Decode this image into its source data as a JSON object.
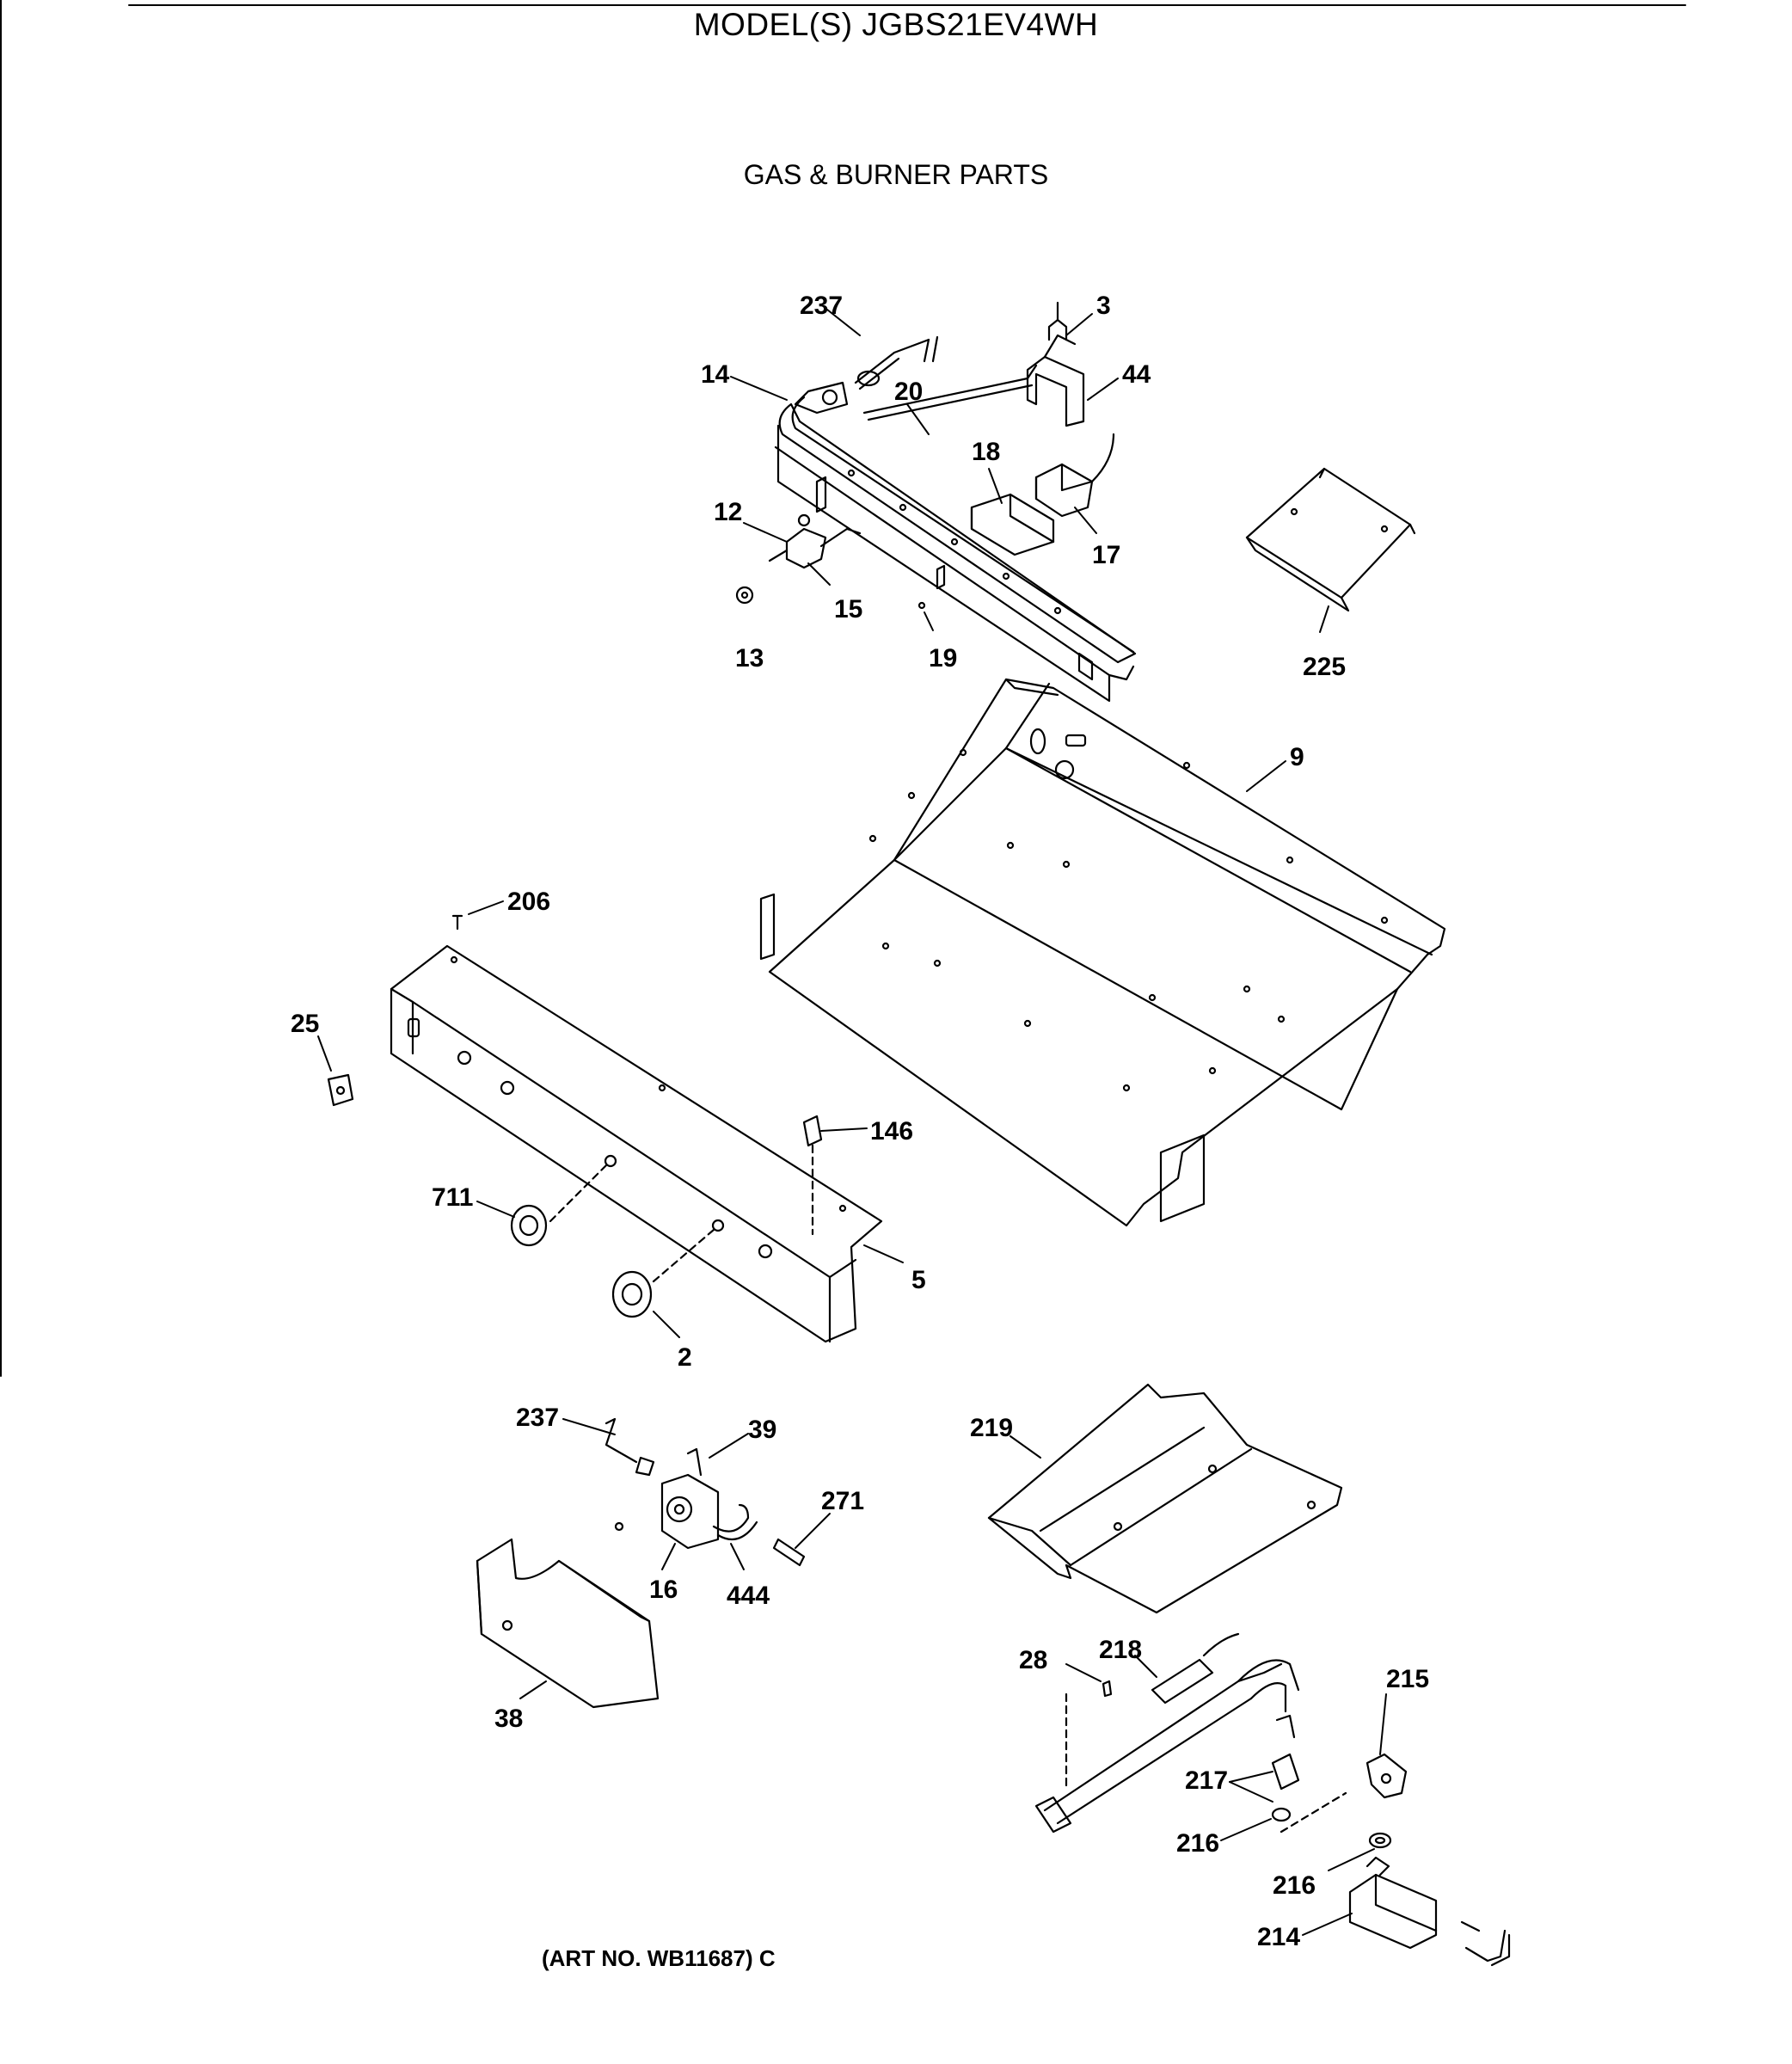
{
  "header": {
    "model": "MODEL(S) JGBS21EV4WH",
    "section": "GAS & BURNER PARTS"
  },
  "footer": {
    "art_no": "(ART NO. WB11687) C"
  },
  "callouts": {
    "c237a": "237",
    "c3": "3",
    "c14": "14",
    "c44": "44",
    "c20": "20",
    "c18": "18",
    "c12": "12",
    "c17": "17",
    "c15": "15",
    "c13": "13",
    "c19": "19",
    "c225": "225",
    "c9": "9",
    "c206": "206",
    "c25": "25",
    "c146": "146",
    "c711": "711",
    "c5": "5",
    "c2": "2",
    "c237b": "237",
    "c39": "39",
    "c271": "271",
    "c16": "16",
    "c444": "444",
    "c38": "38",
    "c219": "219",
    "c28": "28",
    "c218": "218",
    "c215": "215",
    "c217": "217",
    "c216a": "216",
    "c216b": "216",
    "c214": "214"
  }
}
